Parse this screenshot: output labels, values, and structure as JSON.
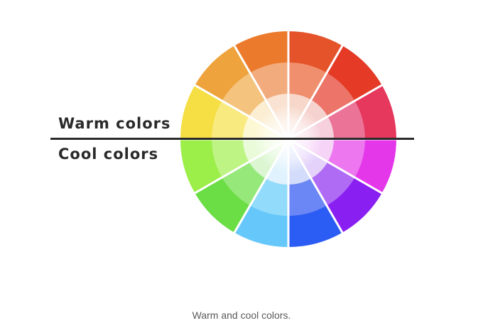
{
  "labels": {
    "warm": "Warm colors",
    "cool": "Cool colors"
  },
  "caption": "Warm and cool colors.",
  "wheel": {
    "segments": [
      {
        "name": "red-orange",
        "rings": [
          "#e5532a",
          "#ef8f6d",
          "#f6d7c9"
        ]
      },
      {
        "name": "red",
        "rings": [
          "#e43a26",
          "#ec7468",
          "#f6d2cf"
        ]
      },
      {
        "name": "crimson",
        "rings": [
          "#e6375c",
          "#ec7398",
          "#f6d0dc"
        ]
      },
      {
        "name": "magenta",
        "rings": [
          "#e537ea",
          "#ec77ef",
          "#f6d4f8"
        ]
      },
      {
        "name": "violet",
        "rings": [
          "#8a1ff2",
          "#b06bf5",
          "#e4d2fb"
        ]
      },
      {
        "name": "blue",
        "rings": [
          "#2b5cf3",
          "#6b86f5",
          "#d3dcfb"
        ]
      },
      {
        "name": "sky-blue",
        "rings": [
          "#66c8fa",
          "#92dbfb",
          "#dff2fd"
        ]
      },
      {
        "name": "green",
        "rings": [
          "#6bdd45",
          "#96e87b",
          "#dcf6d2"
        ]
      },
      {
        "name": "yellow-green",
        "rings": [
          "#9cee48",
          "#bdf483",
          "#e9fbd9"
        ]
      },
      {
        "name": "yellow",
        "rings": [
          "#f5df44",
          "#f9ea80",
          "#fdf8d4"
        ]
      },
      {
        "name": "orange",
        "rings": [
          "#eea33c",
          "#f4c37d",
          "#fbeed3"
        ]
      },
      {
        "name": "orange-red",
        "rings": [
          "#ec7a2c",
          "#f2ab7c",
          "#fae2d2"
        ]
      }
    ],
    "divider_color": "#ffffff"
  }
}
